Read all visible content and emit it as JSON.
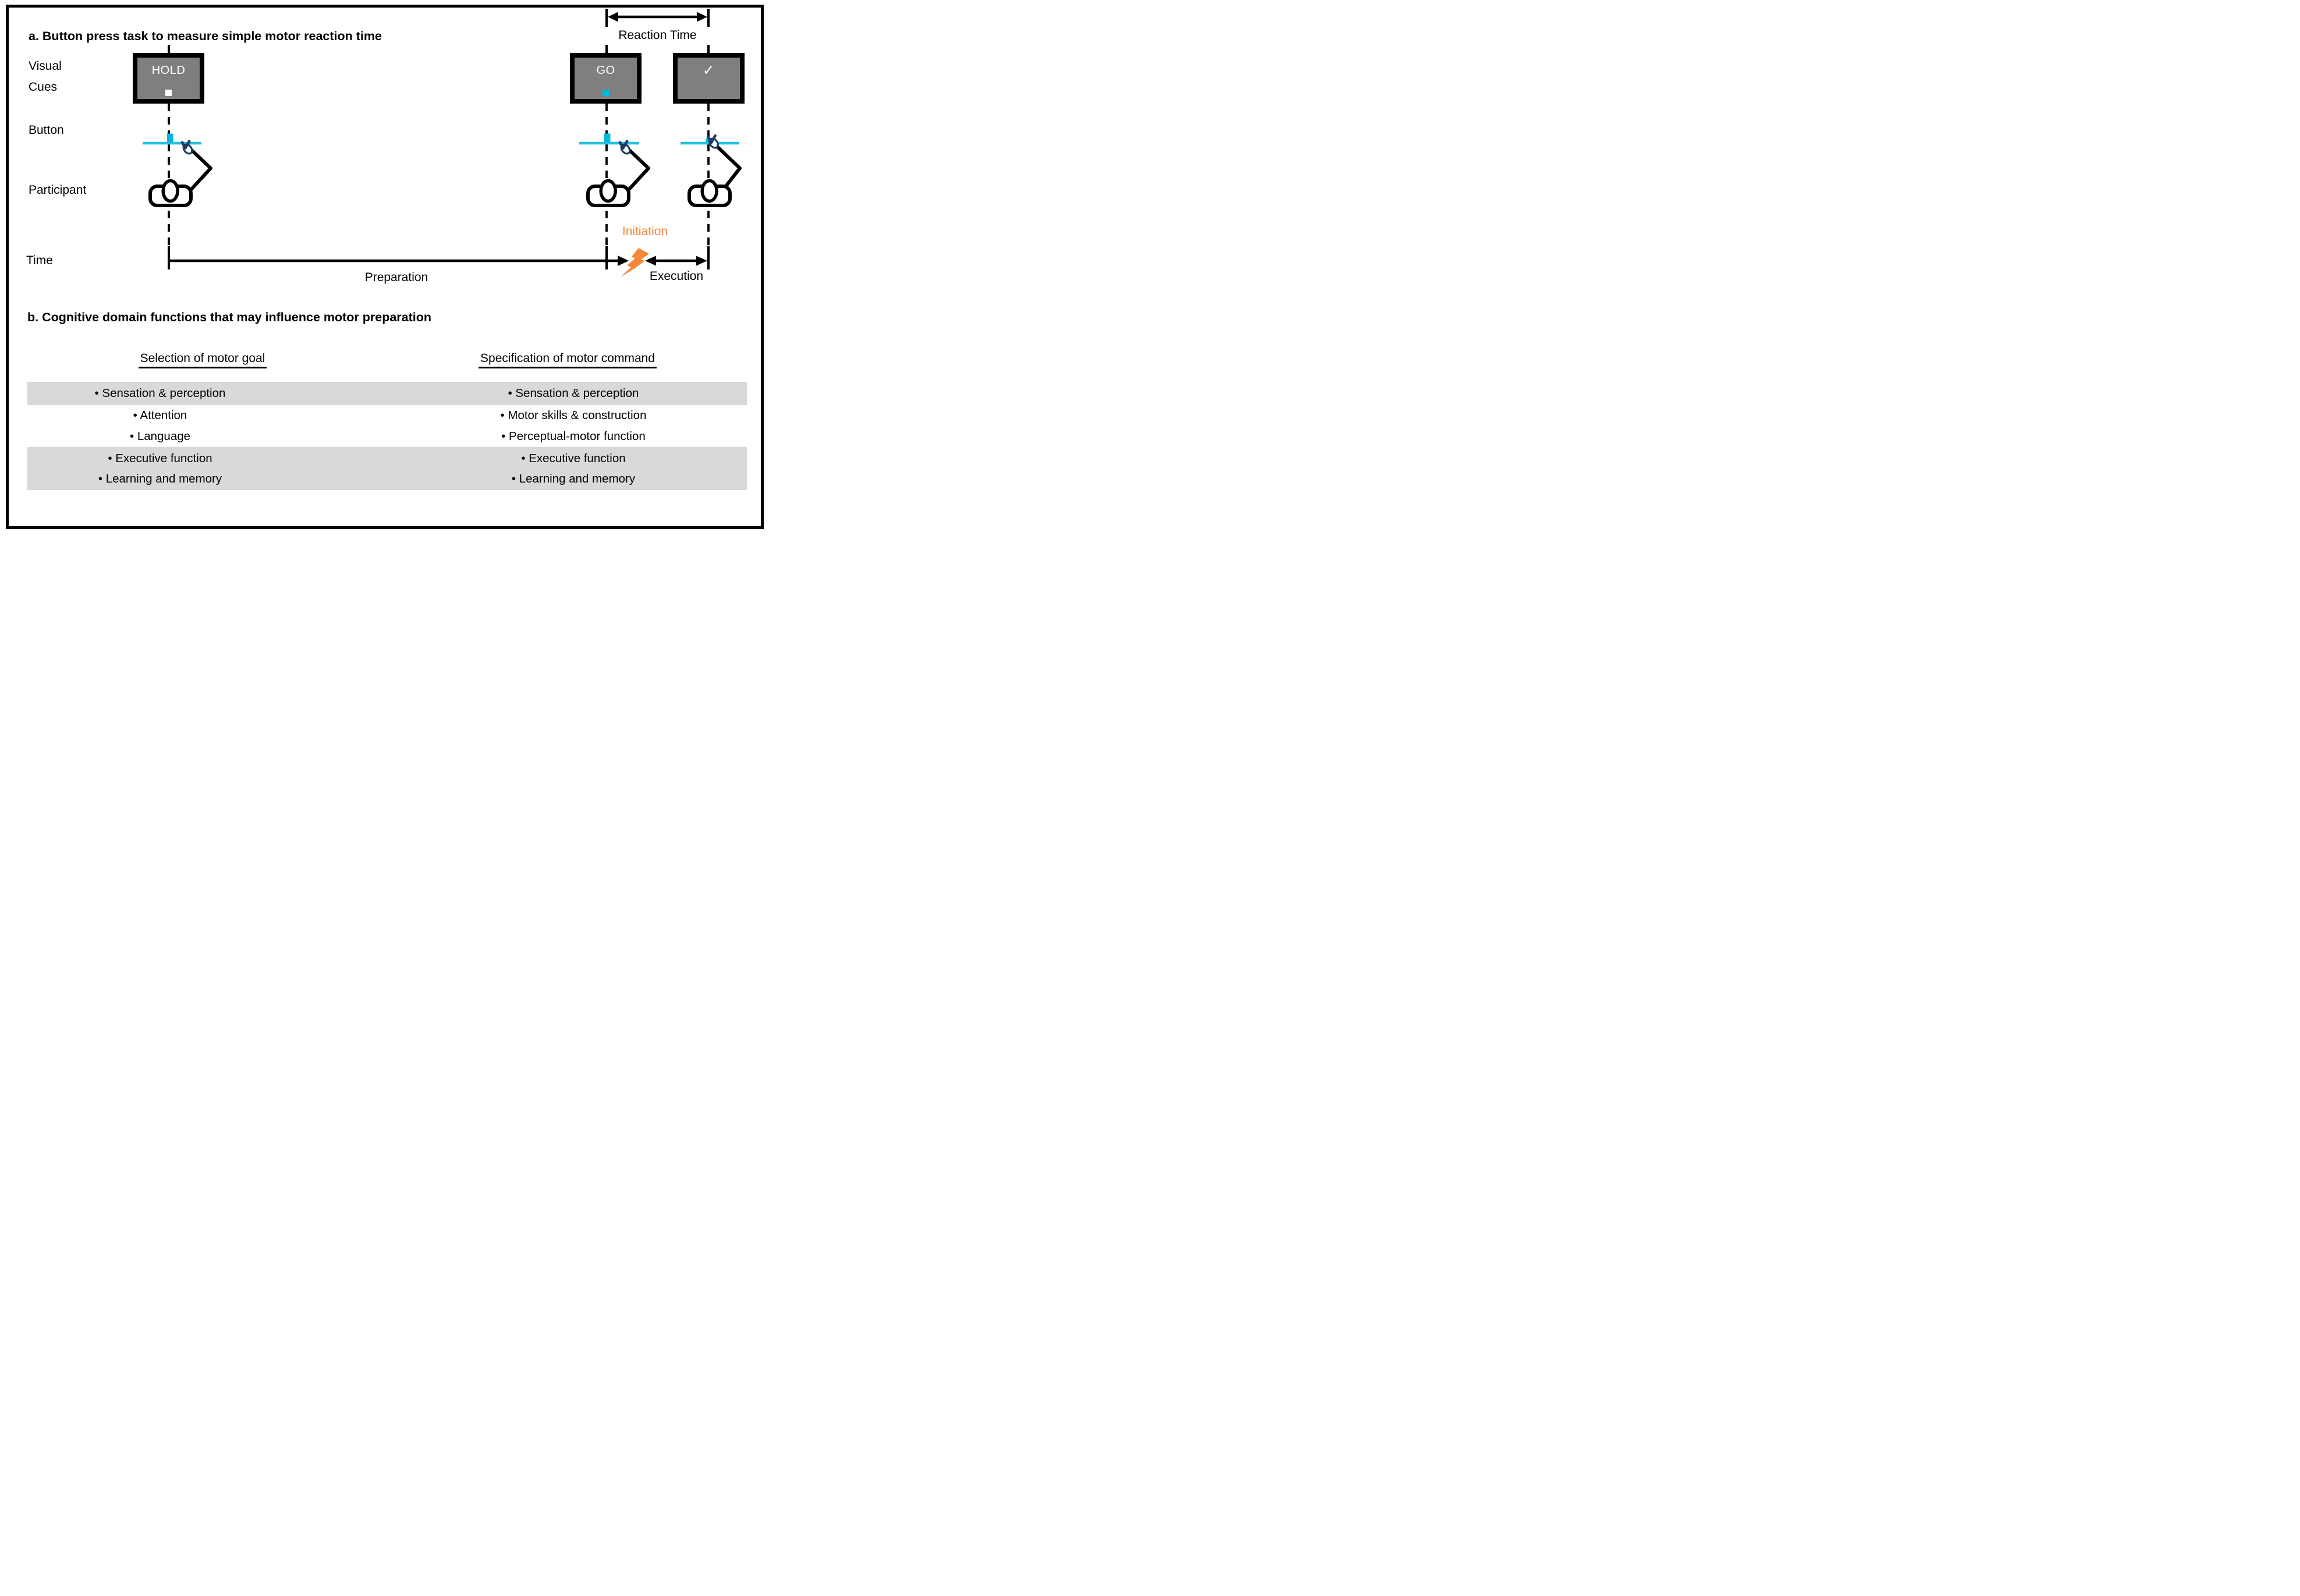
{
  "panel_a": {
    "title": "a. Button press task to measure simple motor reaction time",
    "row_labels": {
      "visual": "Visual",
      "cues": "Cues",
      "button": "Button",
      "participant": "Participant",
      "time": "Time"
    },
    "screens": {
      "hold": "HOLD",
      "go": "GO",
      "check": "✓"
    },
    "reaction_time_label": "Reaction Time",
    "preparation_label": "Preparation",
    "initiation_label": "Initiation",
    "execution_label": "Execution",
    "colors": {
      "cyan": "#22BFE0",
      "cyan_button": "#00B8D8",
      "orange": "#F5873B",
      "screen_gray": "#7F7F7F",
      "hand_navy": "#1F3864",
      "band_gray": "#D9D9D9"
    }
  },
  "panel_b": {
    "title": "b. Cognitive domain functions that may influence motor preparation",
    "left_header": "Selection of motor goal",
    "right_header": "Specification of motor command",
    "left_items": [
      "• Sensation & perception",
      "• Attention",
      "• Language",
      "• Executive function",
      "• Learning and memory"
    ],
    "right_items": [
      "• Sensation & perception",
      "• Motor skills & construction",
      "• Perceptual-motor function",
      "• Executive function",
      "• Learning and memory"
    ]
  }
}
